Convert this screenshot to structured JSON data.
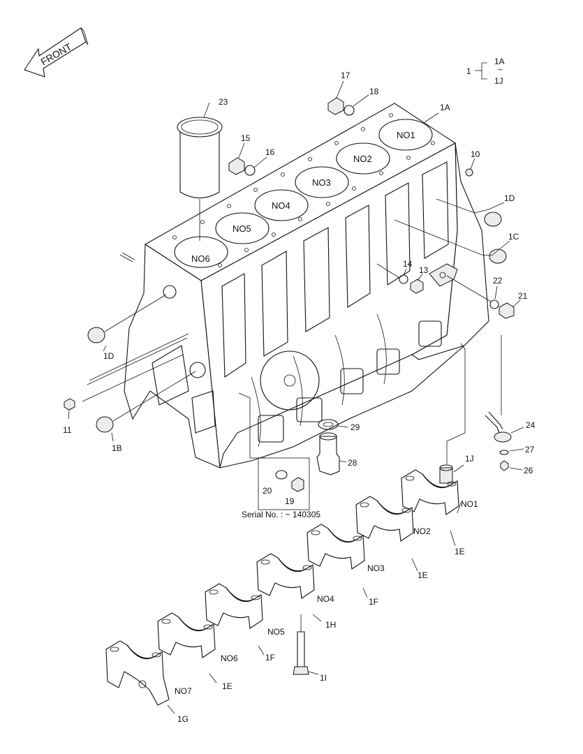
{
  "front_arrow": {
    "label": "FRONT"
  },
  "assembly_key": {
    "parent": "1",
    "range_start": "1A",
    "tilde": "~",
    "range_end": "1J"
  },
  "bores": [
    "NO1",
    "NO2",
    "NO3",
    "NO4",
    "NO5",
    "NO6"
  ],
  "callouts": {
    "c17": "17",
    "c18": "18",
    "c1A": "1A",
    "c23": "23",
    "c15": "15",
    "c16": "16",
    "c10": "10",
    "c1D_r": "1D",
    "c1C": "1C",
    "c14": "14",
    "c13": "13",
    "c22": "22",
    "c21": "21",
    "c1D_l": "1D",
    "c11": "11",
    "c1B": "1B",
    "c29": "29",
    "c28": "28",
    "c24": "24",
    "c27": "27",
    "c26": "26",
    "c1J": "1J",
    "c20": "20",
    "c19": "19"
  },
  "serial_note": "Serial No. : ~ 140305",
  "bearing_caps": [
    {
      "no": "NO1",
      "part": "1E"
    },
    {
      "no": "NO2",
      "part": "1E"
    },
    {
      "no": "NO3",
      "part": "1F"
    },
    {
      "no": "NO4",
      "part": "1H"
    },
    {
      "no": "NO5",
      "part": "1F"
    },
    {
      "no": "NO6",
      "part": "1E"
    },
    {
      "no": "NO7",
      "part": "1G"
    }
  ],
  "bolt_part": "1I"
}
